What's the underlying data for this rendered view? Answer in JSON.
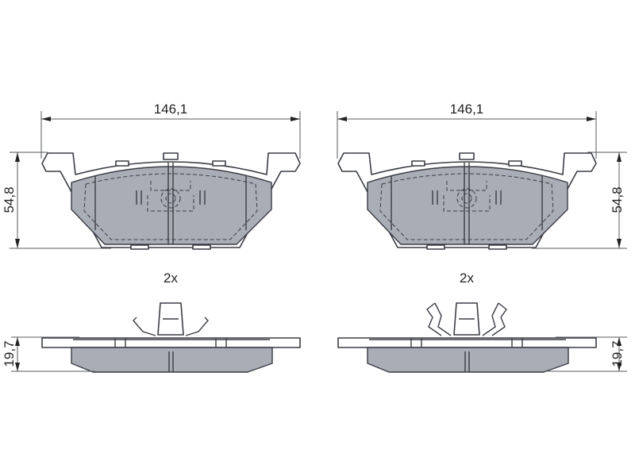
{
  "views": {
    "front_left": {
      "width_label": "146,1",
      "height_label": "54,8"
    },
    "front_right": {
      "width_label": "146,1",
      "height_label": "54,8"
    },
    "side_left": {
      "quantity_label": "2x",
      "thickness_label": "19,7"
    },
    "side_right": {
      "quantity_label": "2x",
      "thickness_label": "19,7"
    }
  },
  "colors": {
    "friction_material": "#a9adb6",
    "outline": "#3a3d44"
  }
}
